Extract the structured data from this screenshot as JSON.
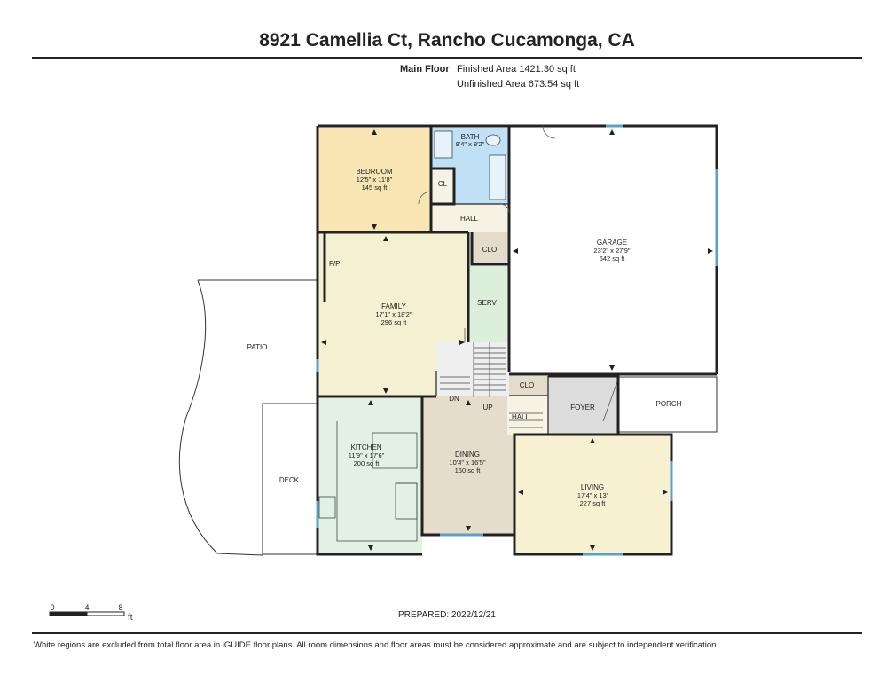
{
  "title": "8921 Camellia Ct, Rancho Cucamonga, CA",
  "floor": {
    "name": "Main Floor",
    "finished_area": "Finished Area 1421.30 sq ft",
    "unfinished_area": "Unfinished Area 673.54 sq ft"
  },
  "colors": {
    "bedroom": "#f7e5b4",
    "bath": "#bfe0f5",
    "family": "#f4f0d2",
    "serv": "#dcefdb",
    "kitchen": "#e2f1e3",
    "dining": "#e6dccb",
    "living": "#f7f1d2",
    "foyer": "#dcdcdc",
    "clo": "#e3dccb",
    "wall": "#222222",
    "window": "#5aa0c8"
  },
  "rooms": {
    "bedroom": {
      "name": "BEDROOM",
      "dims": "12'5\" x 11'8\"",
      "area": "145 sq ft"
    },
    "bath": {
      "name": "BATH",
      "dims": "8'4\" x 8'2\""
    },
    "cl": {
      "name": "CL"
    },
    "hall_upper": {
      "name": "HALL"
    },
    "clo_upper": {
      "name": "CLO"
    },
    "garage": {
      "name": "GARAGE",
      "dims": "23'2\" x 27'9\"",
      "area": "642 sq ft"
    },
    "fp": {
      "name": "F/P"
    },
    "family": {
      "name": "FAMILY",
      "dims": "17'1\" x 18'2\"",
      "area": "296 sq ft"
    },
    "serv": {
      "name": "SERV"
    },
    "patio": {
      "name": "PATIO"
    },
    "dn": {
      "name": "DN"
    },
    "up": {
      "name": "UP"
    },
    "clo_lower": {
      "name": "CLO"
    },
    "foyer": {
      "name": "FOYER"
    },
    "porch": {
      "name": "PORCH"
    },
    "hall_lower": {
      "name": "HALL"
    },
    "kitchen": {
      "name": "KITCHEN",
      "dims": "11'9\" x 17'6\"",
      "area": "200 sq ft"
    },
    "dining": {
      "name": "DINING",
      "dims": "10'4\" x 16'5\"",
      "area": "160 sq ft"
    },
    "living": {
      "name": "LIVING",
      "dims": "17'4\" x 13'",
      "area": "227 sq ft"
    },
    "deck": {
      "name": "DECK"
    }
  },
  "scale": {
    "labels": [
      "0",
      "4",
      "8"
    ],
    "unit": "ft"
  },
  "prepared": "PREPARED: 2022/12/21",
  "disclaimer": "White regions are excluded from total floor area in iGUIDE floor plans. All room dimensions and floor areas must be considered approximate and are subject to independent verification."
}
